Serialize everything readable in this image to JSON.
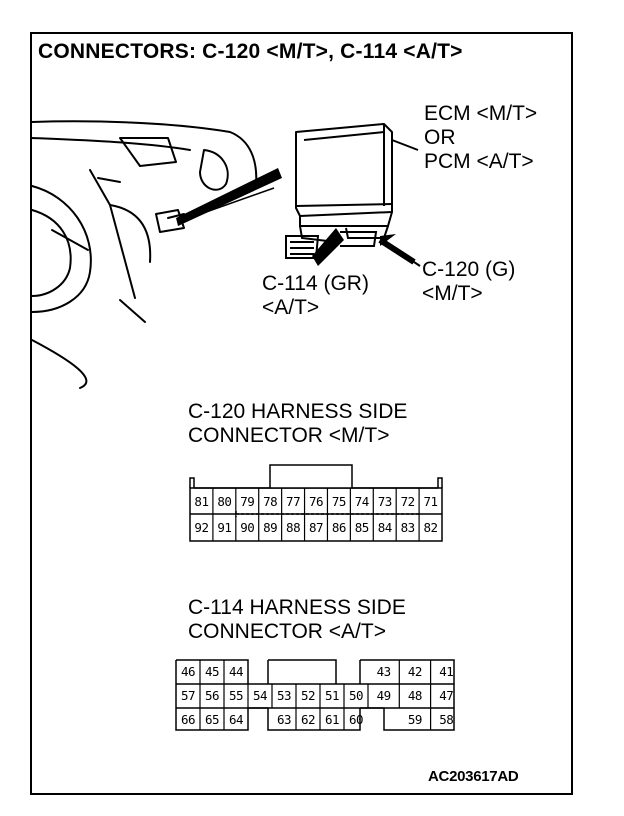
{
  "title": "CONNECTORS: C-120 <M/T>, C-114 <A/T>",
  "unit_label": {
    "line1": "ECM <M/T>",
    "line2": "OR",
    "line3": "PCM <A/T>"
  },
  "callouts": {
    "c120": {
      "line1": "C-120 (G)",
      "line2": "<M/T>"
    },
    "c114": {
      "line1": "C-114 (GR)",
      "line2": "<A/T>"
    }
  },
  "c120_connector": {
    "heading_line1": "C-120 HARNESS SIDE",
    "heading_line2": "CONNECTOR <M/T>",
    "top_row": [
      "81",
      "80",
      "79",
      "78",
      "77",
      "76",
      "75",
      "74",
      "73",
      "72",
      "71"
    ],
    "bottom_row": [
      "92",
      "91",
      "90",
      "89",
      "88",
      "87",
      "86",
      "85",
      "84",
      "83",
      "82"
    ]
  },
  "c114_connector": {
    "heading_line1": "C-114 HARNESS SIDE",
    "heading_line2": "CONNECTOR <A/T>",
    "row1_left": [
      "46",
      "45",
      "44"
    ],
    "row1_right": [
      "43",
      "42",
      "41"
    ],
    "row2": [
      "57",
      "56",
      "55",
      "54",
      "53",
      "52",
      "51",
      "50",
      "49",
      "48",
      "47"
    ],
    "row3_left": [
      "66",
      "65",
      "64"
    ],
    "row3_mid": [
      "63",
      "62",
      "61",
      "60"
    ],
    "row3_right": [
      "59",
      "58"
    ]
  },
  "figure_id": "AC203617AD"
}
